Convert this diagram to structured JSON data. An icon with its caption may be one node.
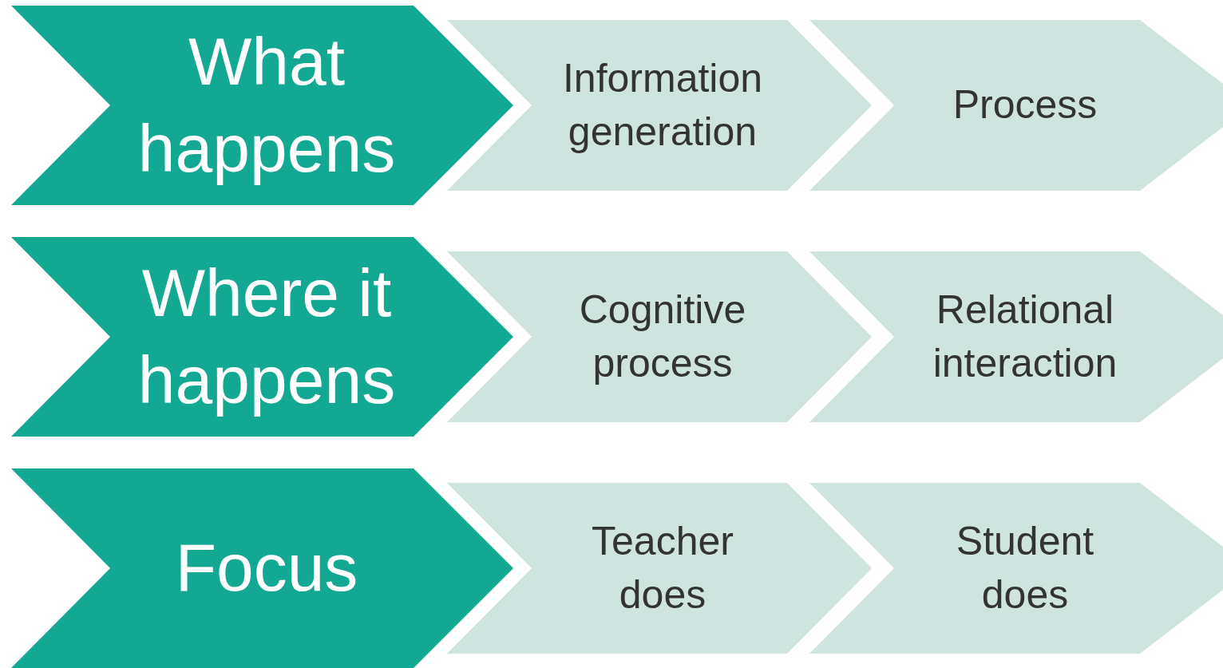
{
  "diagram": {
    "nodes": [
      {
        "text": [
          "What happens"
        ]
      },
      {
        "text": [
          "Information generation"
        ]
      },
      {
        "text": [
          "Process"
        ]
      },
      {
        "text": [
          "Where it happens"
        ]
      },
      {
        "text": [
          "Cognitive process"
        ]
      },
      {
        "text": [
          "Relational interaction"
        ]
      },
      {
        "text": [
          "Focus"
        ]
      },
      {
        "text": [
          "Teacher does"
        ]
      },
      {
        "text": [
          "Student does"
        ]
      }
    ]
  }
}
